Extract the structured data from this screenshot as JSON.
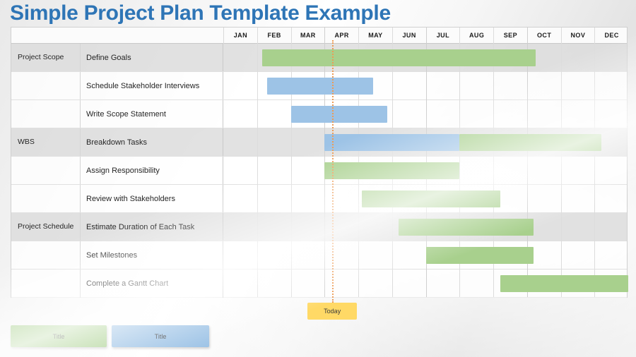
{
  "slide": {
    "title": "Simple Project Plan Template Example",
    "title_color": "#2E75B6"
  },
  "colors": {
    "green": "#A8D08D",
    "blue": "#9DC3E6",
    "today_marker": "#FFD966",
    "today_line": "#ED9B55",
    "row_alt": "#D0D0D0",
    "grid": "#DCDCDC"
  },
  "table": {
    "header": {
      "label_column": "",
      "months": [
        "JAN",
        "FEB",
        "MAR",
        "APR",
        "MAY",
        "JUN",
        "JUL",
        "AUG",
        "SEP",
        "OCT",
        "NOV",
        "DEC"
      ]
    },
    "rows": [
      {
        "phase": "Project Scope",
        "task": "Define Goals",
        "shaded": true
      },
      {
        "phase": "",
        "task": "Schedule Stakeholder Interviews",
        "shaded": false
      },
      {
        "phase": "",
        "task": "Write Scope Statement",
        "shaded": false
      },
      {
        "phase": "WBS",
        "task": "Breakdown Tasks",
        "shaded": true
      },
      {
        "phase": "",
        "task": "Assign Responsibility",
        "shaded": false
      },
      {
        "phase": "",
        "task": "Review with Stakeholders",
        "shaded": false
      },
      {
        "phase": "Project Schedule",
        "task": "Estimate Duration of Each Task",
        "shaded": true
      },
      {
        "phase": "",
        "task": "Set Milestones",
        "shaded": false
      },
      {
        "phase": "",
        "task": "Complete a Gantt Chart",
        "shaded": false
      }
    ]
  },
  "chart_data": {
    "type": "bar",
    "subtype": "gantt",
    "title": "Simple Project Plan Template Example",
    "xlabel": "",
    "ylabel": "",
    "categories": [
      "JAN",
      "FEB",
      "MAR",
      "APR",
      "MAY",
      "JUN",
      "JUL",
      "AUG",
      "SEP",
      "OCT",
      "NOV",
      "DEC"
    ],
    "xlim": [
      0,
      12
    ],
    "grid": true,
    "legend_position": "bottom-left",
    "today_marker_month": 3.25,
    "tasks": [
      {
        "task": "Define Goals",
        "phase": "Project Scope",
        "bars": [
          {
            "color": "green",
            "start": 1.15,
            "end": 9.25
          }
        ]
      },
      {
        "task": "Schedule Stakeholder Interviews",
        "phase": "Project Scope",
        "bars": [
          {
            "color": "blue",
            "start": 1.3,
            "end": 4.45
          }
        ]
      },
      {
        "task": "Write Scope Statement",
        "phase": "Project Scope",
        "bars": [
          {
            "color": "blue",
            "start": 2.0,
            "end": 4.85
          }
        ]
      },
      {
        "task": "Breakdown Tasks",
        "phase": "WBS",
        "bars": [
          {
            "color": "blue",
            "start": 3.0,
            "end": 7.0
          },
          {
            "color": "green",
            "start": 7.0,
            "end": 11.2
          }
        ]
      },
      {
        "task": "Assign Responsibility",
        "phase": "WBS",
        "bars": [
          {
            "color": "green",
            "start": 3.0,
            "end": 7.0
          }
        ]
      },
      {
        "task": "Review with Stakeholders",
        "phase": "WBS",
        "bars": [
          {
            "color": "green",
            "start": 4.1,
            "end": 8.2
          }
        ]
      },
      {
        "task": "Estimate Duration of Each Task",
        "phase": "Project Schedule",
        "bars": [
          {
            "color": "green",
            "start": 5.2,
            "end": 9.2
          }
        ]
      },
      {
        "task": "Set Milestones",
        "phase": "Project Schedule",
        "bars": [
          {
            "color": "green",
            "start": 6.0,
            "end": 9.2
          }
        ]
      },
      {
        "task": "Complete a Gantt Chart",
        "phase": "Project Schedule",
        "bars": [
          {
            "color": "green",
            "start": 8.2,
            "end": 12.0
          }
        ]
      }
    ]
  },
  "today": {
    "label": "Today"
  },
  "legend": [
    {
      "label": "Title",
      "color": "green"
    },
    {
      "label": "Title",
      "color": "blue"
    }
  ]
}
